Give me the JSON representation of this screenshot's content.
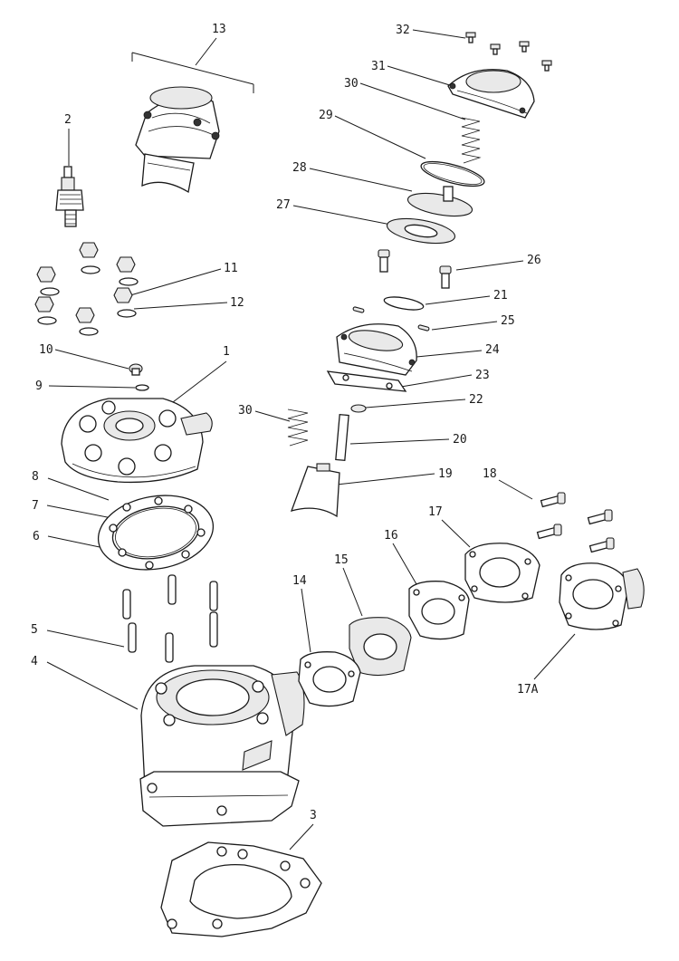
{
  "callouts": [
    {
      "id": "c13",
      "label": "13"
    },
    {
      "id": "c2",
      "label": "2"
    },
    {
      "id": "c32",
      "label": "32"
    },
    {
      "id": "c31",
      "label": "31"
    },
    {
      "id": "c30a",
      "label": "30"
    },
    {
      "id": "c29",
      "label": "29"
    },
    {
      "id": "c28",
      "label": "28"
    },
    {
      "id": "c27",
      "label": "27"
    },
    {
      "id": "c26",
      "label": "26"
    },
    {
      "id": "c11",
      "label": "11"
    },
    {
      "id": "c12",
      "label": "12"
    },
    {
      "id": "c21",
      "label": "21"
    },
    {
      "id": "c25",
      "label": "25"
    },
    {
      "id": "c24",
      "label": "24"
    },
    {
      "id": "c10",
      "label": "10"
    },
    {
      "id": "c1",
      "label": "1"
    },
    {
      "id": "c9",
      "label": "9"
    },
    {
      "id": "c23",
      "label": "23"
    },
    {
      "id": "c22",
      "label": "22"
    },
    {
      "id": "c30b",
      "label": "30"
    },
    {
      "id": "c20",
      "label": "20"
    },
    {
      "id": "c19",
      "label": "19"
    },
    {
      "id": "c8",
      "label": "8"
    },
    {
      "id": "c18",
      "label": "18"
    },
    {
      "id": "c7",
      "label": "7"
    },
    {
      "id": "c17",
      "label": "17"
    },
    {
      "id": "c6",
      "label": "6"
    },
    {
      "id": "c16",
      "label": "16"
    },
    {
      "id": "c15",
      "label": "15"
    },
    {
      "id": "c14",
      "label": "14"
    },
    {
      "id": "c5",
      "label": "5"
    },
    {
      "id": "c4",
      "label": "4"
    },
    {
      "id": "c17a",
      "label": "17A"
    },
    {
      "id": "c3",
      "label": "3"
    }
  ]
}
